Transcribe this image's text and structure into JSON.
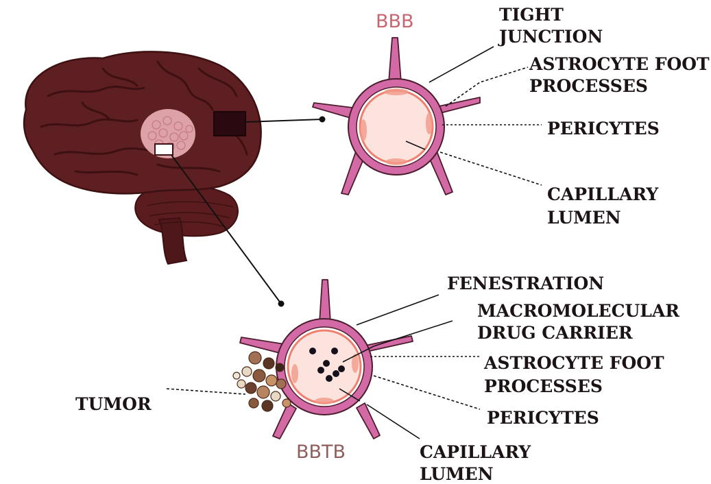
{
  "colors": {
    "brain": "#5e1f22",
    "brain_dark": "#3d1012",
    "vessel_wall": "#d36aa6",
    "vessel_outline": "#4a1d2c",
    "lumen": "#fde3de",
    "lumen_edge": "#ef8070",
    "label": "#1c1414",
    "title_bbb": "#c86670",
    "title_bbtb": "#8f5e5c",
    "tumor": "#8a5a3e",
    "pointer_box": "#2a0a10"
  },
  "bbb": {
    "title": "BBB",
    "labels": {
      "tight_junction": [
        "TIGHT",
        "JUNCTION"
      ],
      "astrocyte_foot": [
        "ASTROCYTE FOOT",
        "PROCESSES"
      ],
      "pericytes": [
        "PERICYTES"
      ],
      "capillary_lumen": [
        "CAPILLARY",
        "LUMEN"
      ]
    }
  },
  "bbtb": {
    "title": "BBTB",
    "labels": {
      "fenestration": [
        "FENESTRATION"
      ],
      "macromolecular": [
        "MACROMOLECULAR",
        "DRUG CARRIER"
      ],
      "astrocyte_foot": [
        "ASTROCYTE FOOT",
        "PROCESSES"
      ],
      "pericytes": [
        "PERICYTES"
      ],
      "capillary_lumen": [
        "CAPILLARY",
        "LUMEN"
      ],
      "tumor": [
        "TUMOR"
      ]
    }
  }
}
